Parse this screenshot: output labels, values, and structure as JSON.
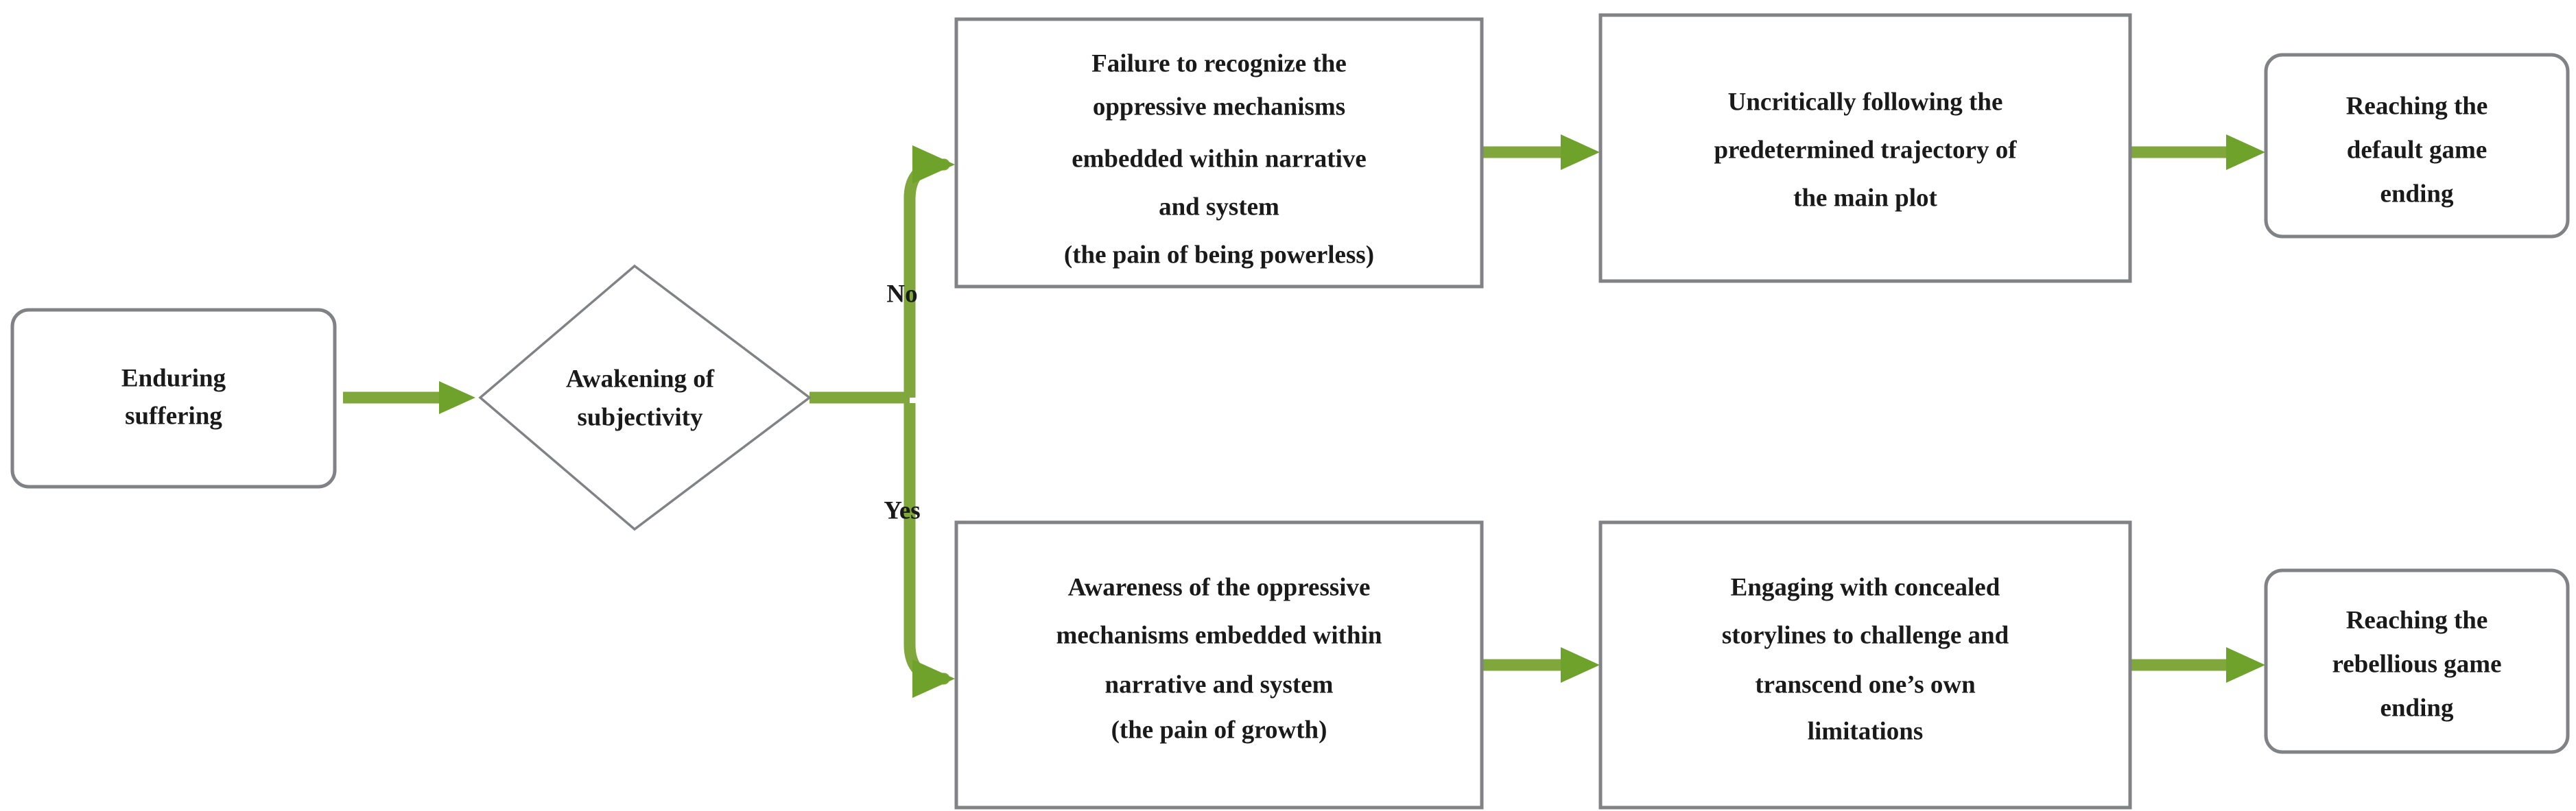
{
  "diagram": {
    "type": "flowchart",
    "orientation": "left-to-right",
    "title": "",
    "colors": {
      "edge_green": "#7FA73C",
      "arrowhead_green": "#6FA22B",
      "node_border_gray": "#808285",
      "node_fill": "#ffffff",
      "text_color": "#1a1a1a"
    },
    "nodes": [
      {
        "id": "enduring-suffering",
        "shape": "rounded-rectangle",
        "lines": [
          "Enduring",
          "suffering"
        ]
      },
      {
        "id": "awakening-of-subjectivity",
        "shape": "diamond",
        "lines": [
          "Awakening of",
          "subjectivity"
        ]
      },
      {
        "id": "failure-to-recognize",
        "shape": "rectangle",
        "lines": [
          "Failure to recognize the",
          "oppressive mechanisms",
          "embedded within narrative",
          "and system",
          "(the pain of being powerless)"
        ]
      },
      {
        "id": "uncritically-following",
        "shape": "rectangle",
        "lines": [
          "Uncritically following the",
          "predetermined trajectory of",
          "the main plot"
        ]
      },
      {
        "id": "default-game-ending",
        "shape": "rounded-rectangle",
        "lines": [
          "Reaching the",
          "default game",
          "ending"
        ]
      },
      {
        "id": "awareness-of-oppressive",
        "shape": "rectangle",
        "lines": [
          "Awareness of the oppressive",
          "mechanisms embedded within",
          "narrative and system",
          "(the pain of growth)"
        ]
      },
      {
        "id": "engaging-with-concealed",
        "shape": "rectangle",
        "lines": [
          "Engaging with concealed",
          "storylines to challenge and",
          "transcend one’s own",
          "limitations"
        ]
      },
      {
        "id": "rebellious-game-ending",
        "shape": "rounded-rectangle",
        "lines": [
          "Reaching the",
          "rebellious game",
          "ending"
        ]
      }
    ],
    "edge_labels": {
      "no": "No",
      "yes": "Yes"
    },
    "edges": [
      {
        "from": "enduring-suffering",
        "to": "awakening-of-subjectivity",
        "label": ""
      },
      {
        "from": "awakening-of-subjectivity",
        "to": "failure-to-recognize",
        "label": "No"
      },
      {
        "from": "failure-to-recognize",
        "to": "uncritically-following",
        "label": ""
      },
      {
        "from": "uncritically-following",
        "to": "default-game-ending",
        "label": ""
      },
      {
        "from": "awakening-of-subjectivity",
        "to": "awareness-of-oppressive",
        "label": "Yes"
      },
      {
        "from": "awareness-of-oppressive",
        "to": "engaging-with-concealed",
        "label": ""
      },
      {
        "from": "engaging-with-concealed",
        "to": "rebellious-game-ending",
        "label": ""
      }
    ]
  }
}
